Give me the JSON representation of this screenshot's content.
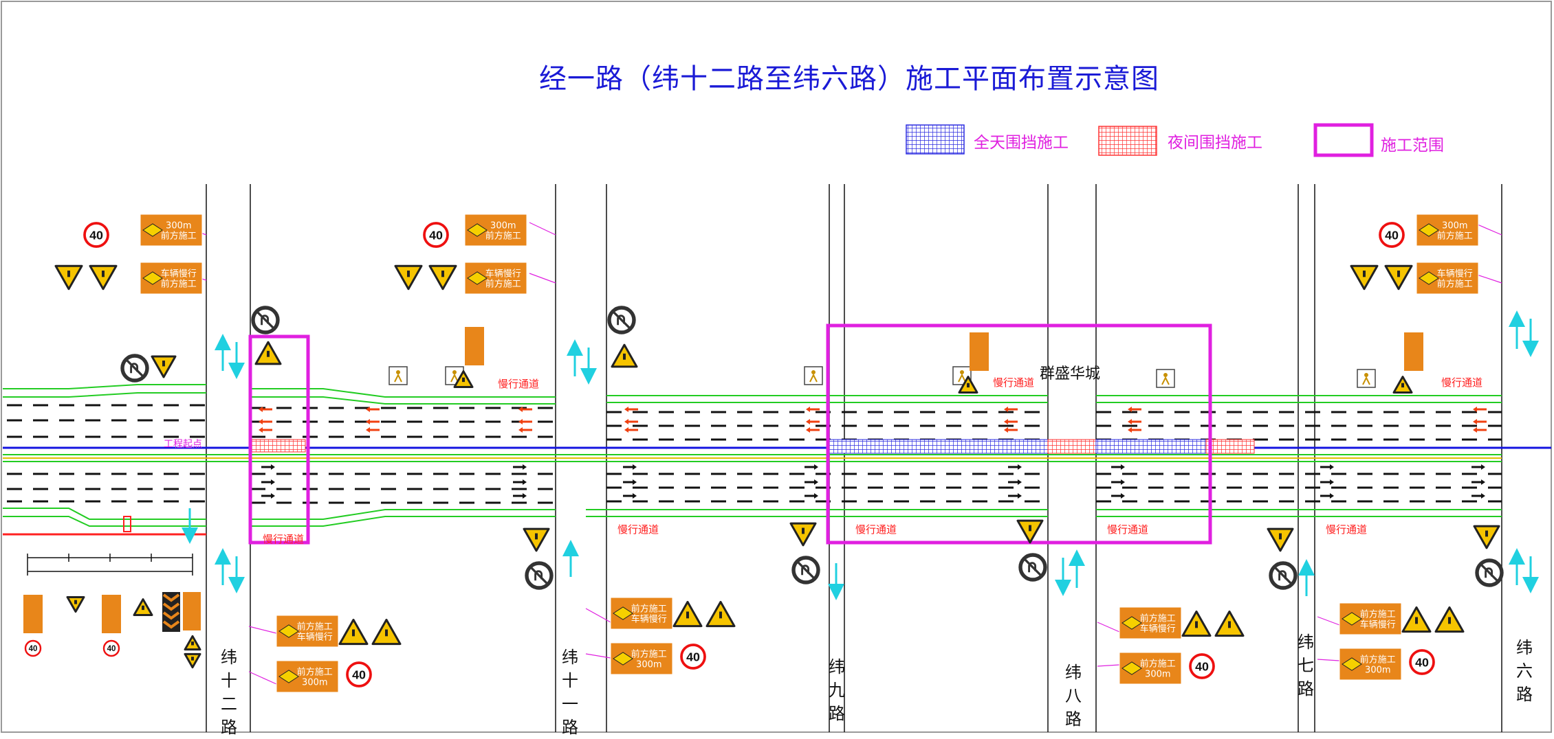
{
  "title": "经一路（纬十二路至纬六路）施工平面布置示意图",
  "legend": {
    "allday": "全天围挡施工",
    "night": "夜间围挡施工",
    "range": "施工范围"
  },
  "colors": {
    "title": "#1a1ad6",
    "magenta": "#e020e0",
    "green": "#22cc22",
    "blue": "#1414e0",
    "red": "#ff2020",
    "orange": "#e8861a",
    "cyan": "#20d0e0",
    "yellow": "#e0c000"
  },
  "cross_roads": [
    {
      "name": "纬十二路"
    },
    {
      "name": "纬十一路"
    },
    {
      "name": "纬九路"
    },
    {
      "name": "纬八路"
    },
    {
      "name": "纬七路"
    },
    {
      "name": "纬六路"
    }
  ],
  "labels": {
    "slow_lane": "慢行通道",
    "start_point": "工程起点",
    "place": "群盛华城"
  },
  "signs": {
    "speed_limit": "40",
    "ahead_work_1": "前方施工",
    "ahead_work_2": "车辆慢行",
    "distance": "300m"
  },
  "icons": [
    "speed-limit-40-icon",
    "no-u-turn-icon",
    "road-work-icon",
    "warning-triangle-icon",
    "flagman-icon",
    "lane-arrow-icon"
  ]
}
